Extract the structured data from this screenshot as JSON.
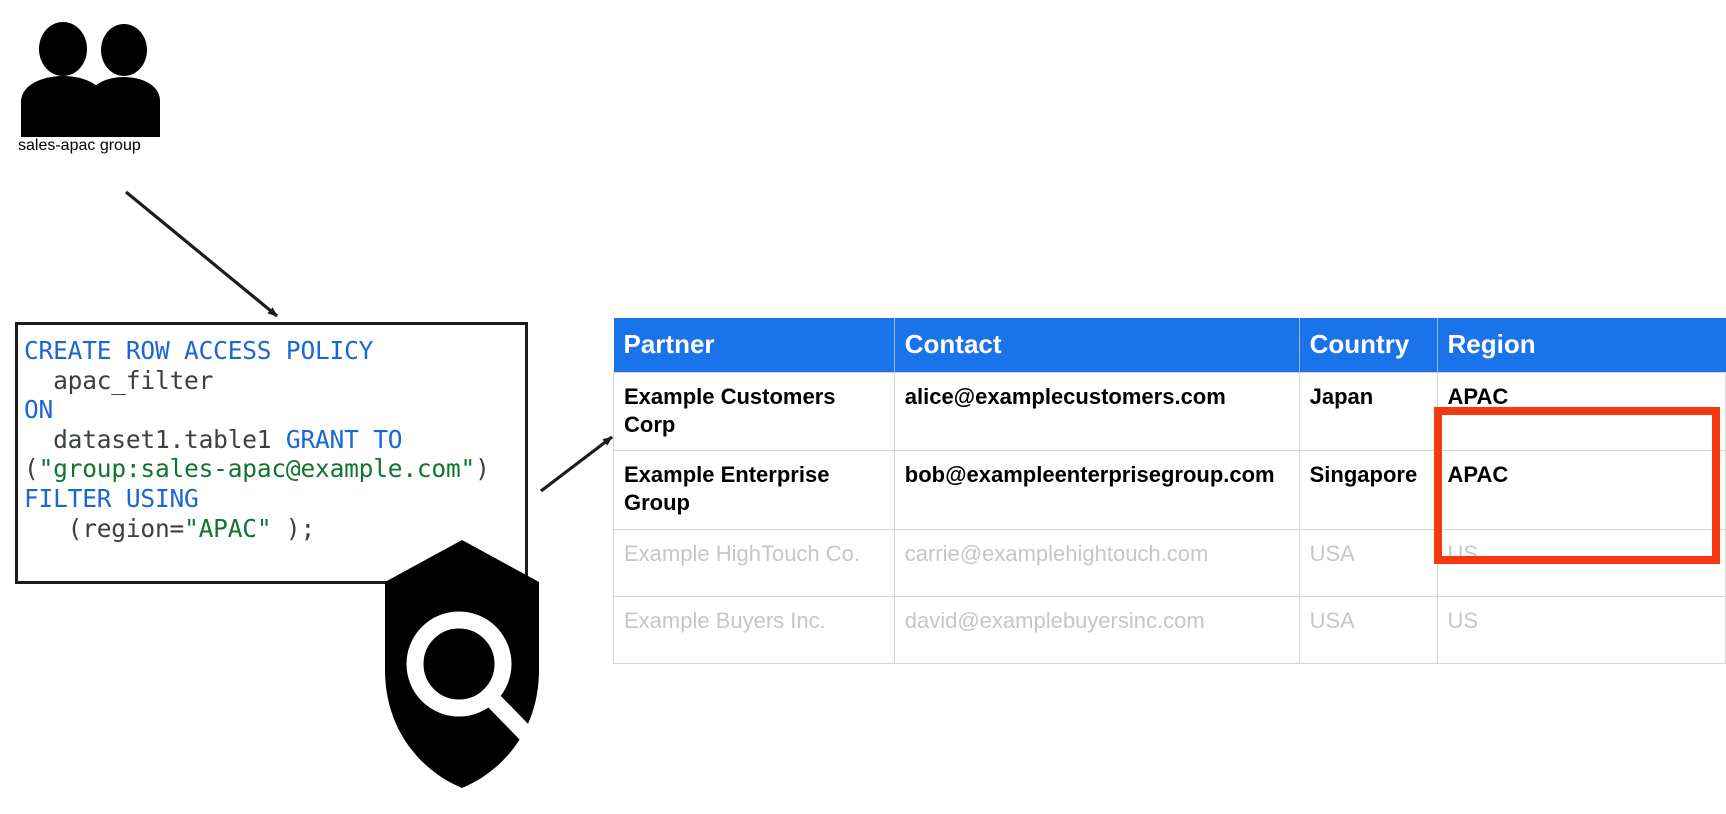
{
  "group": {
    "icon": "people-group-icon",
    "label": "sales-apac group"
  },
  "policy_code": {
    "icon": "shield-search-icon",
    "lines": [
      [
        {
          "t": "CREATE ROW ACCESS POLICY",
          "c": "kw"
        }
      ],
      [
        {
          "t": "  apac_filter",
          "c": "id"
        }
      ],
      [
        {
          "t": "ON",
          "c": "kw"
        }
      ],
      [
        {
          "t": "  dataset1.table1 ",
          "c": "id"
        },
        {
          "t": "GRANT TO",
          "c": "kw"
        }
      ],
      [
        {
          "t": "(",
          "c": "pun"
        },
        {
          "t": "\"group:sales-apac@example.com\"",
          "c": "str"
        },
        {
          "t": ")",
          "c": "pun"
        }
      ],
      [
        {
          "t": "FILTER USING",
          "c": "kw"
        }
      ],
      [
        {
          "t": "   (region=",
          "c": "id"
        },
        {
          "t": "\"APAC\"",
          "c": "str"
        },
        {
          "t": " );",
          "c": "id"
        }
      ]
    ],
    "plain": "CREATE ROW ACCESS POLICY\n  apac_filter\nON\n  dataset1.table1 GRANT TO\n(\"group:sales-apac@example.com\")\nFILTER USING\n   (region=\"APAC\" );"
  },
  "table": {
    "columns": [
      "Partner",
      "Contact",
      "Country",
      "Region"
    ],
    "rows": [
      {
        "state": "visible",
        "partner": "Example Customers Corp",
        "contact": "alice@examplecustomers.com",
        "country": "Japan",
        "region": "APAC"
      },
      {
        "state": "visible",
        "partner": "Example Enterprise Group",
        "contact": "bob@exampleenterprisegroup.com",
        "country": "Singapore",
        "region": "APAC"
      },
      {
        "state": "filtered-out",
        "partner": "Example HighTouch Co.",
        "contact": "carrie@examplehightouch.com",
        "country": "USA",
        "region": "US"
      },
      {
        "state": "filtered-out",
        "partner": "Example Buyers Inc.",
        "contact": "david@examplebuyersinc.com",
        "country": "USA",
        "region": "US"
      }
    ]
  },
  "colors": {
    "header_blue": "#1a73e8",
    "keyword_blue": "#1967d2",
    "string_green": "#137333",
    "highlight_red": "#f4390e",
    "muted_grey": "#c3c7cb",
    "code_text": "#3c4043"
  }
}
